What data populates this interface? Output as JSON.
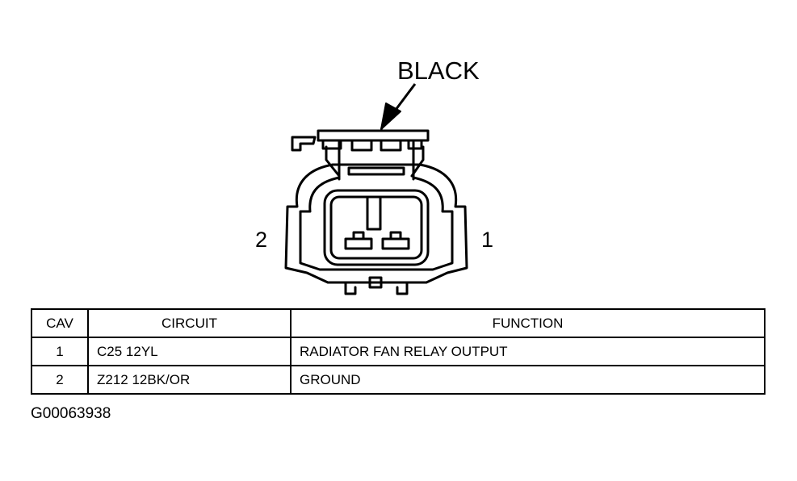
{
  "connector": {
    "color_label": "BLACK",
    "pin_labels": {
      "left": "2",
      "right": "1"
    }
  },
  "table": {
    "headers": [
      "CAV",
      "CIRCUIT",
      "FUNCTION"
    ],
    "rows": [
      {
        "cav": "1",
        "circuit": "C25 12YL",
        "function": "RADIATOR FAN RELAY OUTPUT"
      },
      {
        "cav": "2",
        "circuit": "Z212 12BK/OR",
        "function": "GROUND"
      }
    ]
  },
  "figure_id": "G00063938"
}
